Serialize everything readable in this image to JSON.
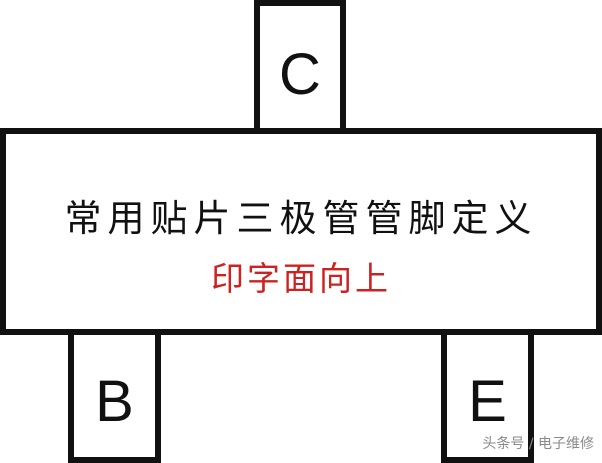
{
  "pins": {
    "collector": "C",
    "base": "B",
    "emitter": "E"
  },
  "package": {
    "title": "常用贴片三极管管脚定义",
    "subtitle": "印字面向上"
  },
  "colors": {
    "outline": "#111111",
    "subtitle_text": "#cc2222",
    "background": "#ffffff"
  },
  "watermark": "头条号 / 电子维修"
}
